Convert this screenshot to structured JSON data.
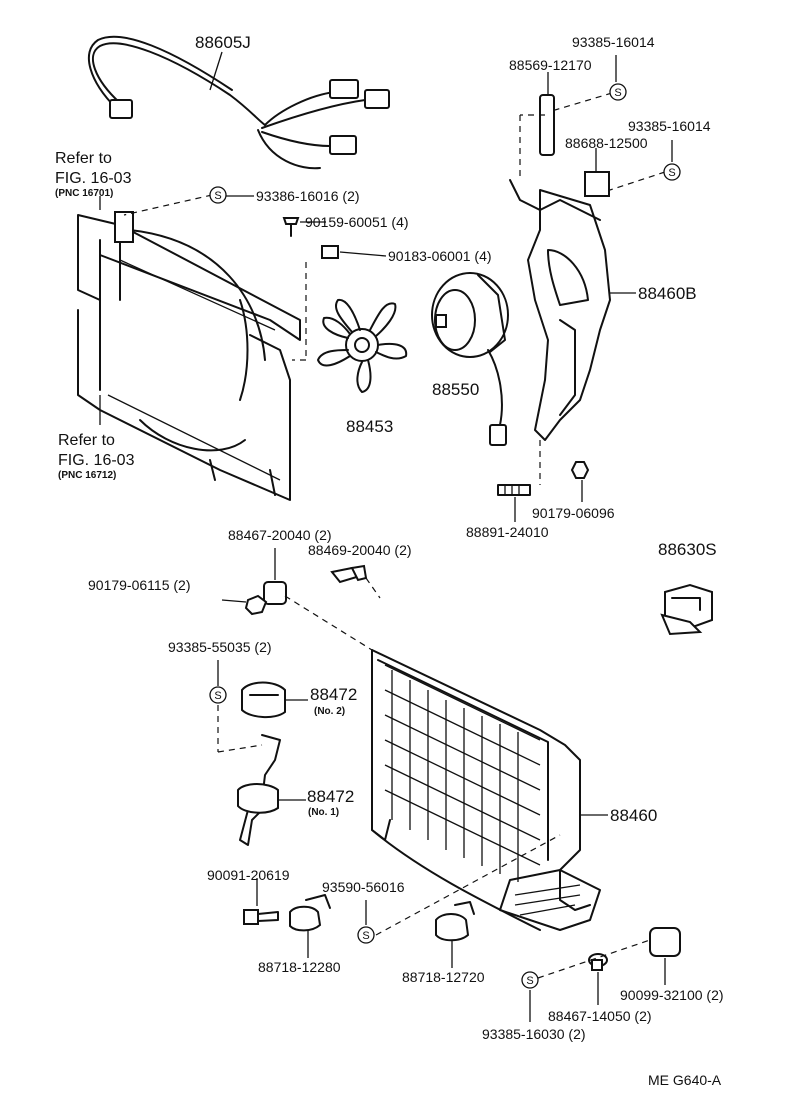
{
  "parts": {
    "p88605J": "88605J",
    "p93385_16014_a": "93385-16014",
    "p88569_12170": "88569-12170",
    "p93385_16014_b": "93385-16014",
    "p88688_12500": "88688-12500",
    "p93386_16016": "93386-16016 (2)",
    "p90159_60051": "90159-60051 (4)",
    "p90183_06001": "90183-06001 (4)",
    "p88460B": "88460B",
    "p88453": "88453",
    "p88550": "88550",
    "p90179_06096": "90179-06096",
    "p88891_24010": "88891-24010",
    "p88630S": "88630S",
    "p88467_20040": "88467-20040 (2)",
    "p88469_20040": "88469-20040 (2)",
    "p90179_06115": "90179-06115 (2)",
    "p93385_55035": "93385-55035 (2)",
    "p88472_a": "88472",
    "p88472_a_sub": "(No. 2)",
    "p88472_b": "88472",
    "p88472_b_sub": "(No. 1)",
    "p88460": "88460",
    "p90091_20619": "90091-20619",
    "p93590_56016": "93590-56016",
    "p88718_12280": "88718-12280",
    "p88718_12720": "88718-12720",
    "p90099_32100": "90099-32100 (2)",
    "p88467_14050": "88467-14050 (2)",
    "p93385_16030": "93385-16030 (2)"
  },
  "refs": {
    "top": {
      "line1": "Refer to",
      "line2": "FIG. 16-03",
      "line3": "(PNC 16701)"
    },
    "bottom": {
      "line1": "Refer to",
      "line2": "FIG. 16-03",
      "line3": "(PNC 16712)"
    }
  },
  "symbols": {
    "s": "S"
  },
  "footer": {
    "code": "ME  G640-A"
  }
}
